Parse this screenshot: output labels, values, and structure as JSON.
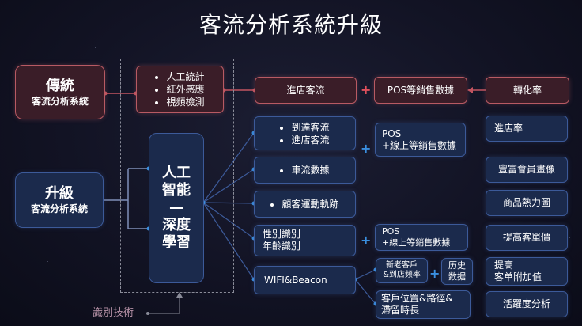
{
  "title": "客流分析系統升級",
  "traditional": {
    "main": "傳統",
    "sub": "客流分析系統"
  },
  "upgrade": {
    "main": "升級",
    "sub": "客流分析系統"
  },
  "sensors": [
    "人工統計",
    "紅外感應",
    "視頻檢測"
  ],
  "ai": [
    "人工",
    "智能",
    "—",
    "深度",
    "學習"
  ],
  "tech_label": "識別技術",
  "top_row": {
    "a": "進店客流",
    "b": "POS等銷售數據",
    "c": "轉化率"
  },
  "mid_left": {
    "r1": [
      "到達客流",
      "進店客流"
    ],
    "r2": "車流數據",
    "r3": "顧客運動軌跡",
    "r4": [
      "性別識別",
      "年齡識別"
    ],
    "r5": "WIFI&Beacon"
  },
  "mid_right": {
    "pos1": [
      "POS",
      "+線上等銷售數據"
    ],
    "pos2": [
      "POS",
      "+線上等銷售數據"
    ],
    "newold": [
      "新老客戶",
      "&到店频率"
    ],
    "history": [
      "历史",
      "数据"
    ],
    "location": [
      "客戶位置&路徑&",
      "滯留時長"
    ]
  },
  "right_col": [
    "進店率",
    "豐富會員畫像",
    "商品熱力圖",
    "提高客單價",
    "提高\n客单附加值",
    "活躍度分析"
  ]
}
